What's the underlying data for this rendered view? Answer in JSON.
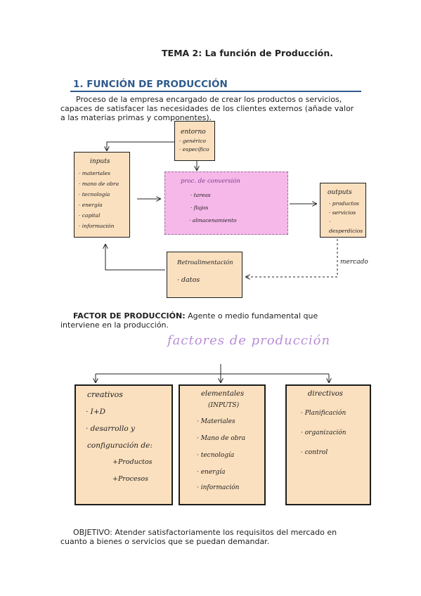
{
  "doc": {
    "title": "TEMA 2: La función de Producción.",
    "section_heading": "1. FUNCIÓN DE PRODUCCIÓN",
    "intro_lines": [
      "Proceso de la empresa encargado de crear los productos o servicios,",
      "capaces de satisfacer las necesidades de los clientes externos (añade valor",
      "a las materias primas y componentes)."
    ],
    "factor_bold": "FACTOR DE PRODUCCIÓN:",
    "factor_rest": " Agente o medio fundamental que",
    "factor_line2": "interviene en la producción.",
    "objetivo_lines": [
      "OBJETIVO: Atender satisfactoriamente los requisitos del mercado en",
      "cuanto a bienes o servicios que se puedan demandar."
    ]
  },
  "diagram1": {
    "entorno": {
      "title": "entorno",
      "items": [
        "· genérico",
        "· específico"
      ]
    },
    "inputs": {
      "title": "inputs",
      "items": [
        "· materiales",
        "· mano de obra",
        "· tecnología",
        "· energía",
        "· capital",
        "· información"
      ]
    },
    "process": {
      "title": "proc. de conversión",
      "items": [
        "· tareas",
        "· flujos",
        "· almacenamiento"
      ]
    },
    "outputs": {
      "title": "outputs",
      "items": [
        "· productos",
        "· servicios",
        "· desperdicios"
      ]
    },
    "feedback": {
      "title": "Retroalimentación",
      "items": [
        "· datos"
      ]
    },
    "mercado_label": "mercado"
  },
  "diagram2": {
    "title": "factores de producción",
    "creativos": {
      "title": "creativos",
      "items": [
        "· I+D",
        "· desarrollo y",
        "configuración de:",
        "+Productos",
        "+Procesos"
      ]
    },
    "elementales": {
      "title": "elementales",
      "subtitle": "(INPUTS)",
      "items": [
        "· Materiales",
        "· Mano de obra",
        "· tecnología",
        "· energía",
        "· información"
      ]
    },
    "directivos": {
      "title": "directivos",
      "items": [
        "· Planificación",
        "· organización",
        "· control"
      ]
    }
  },
  "colors": {
    "heading_blue": "#2f5b8c",
    "peach": "#fbe0bf",
    "pink": "#f6b7e9",
    "lavender": "#b98ed6"
  }
}
